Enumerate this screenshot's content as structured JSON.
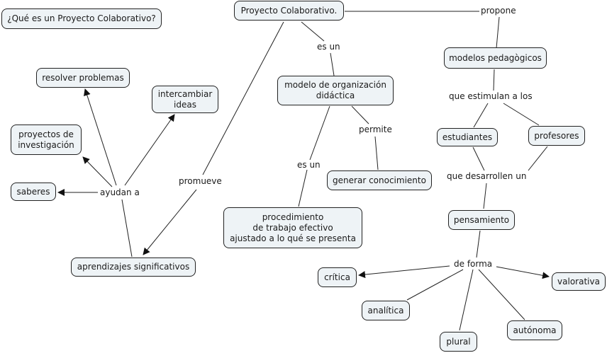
{
  "title_box": "¿Qué es un Proyecto Colaborativo?",
  "concepts": {
    "root": "Proyecto Colaborativo.",
    "modelos_pedagogicos": "modelos pedagògicos",
    "modelo_organizacion": "modelo de organización\ndidáctica",
    "resolver_problemas": "resolver problemas",
    "intercambiar_ideas": "intercambiar\nideas",
    "proyectos_investigacion": "proyectos de\ninvestigación",
    "saberes": "saberes",
    "aprendizajes": "aprendizajes significativos",
    "generar_conocimiento": "generar conocimiento",
    "procedimiento": "procedimiento\nde trabajo efectivo\najustado a lo qué se presenta",
    "estudiantes": "estudiantes",
    "profesores": "profesores",
    "pensamiento": "pensamiento",
    "critica": "crítica",
    "valorativa": "valorativa",
    "analitica": "analítica",
    "plural": "plural",
    "autonoma": "autónoma"
  },
  "linking_phrases": {
    "propone": "propone",
    "es_un_1": "es un",
    "es_un_2": "es un",
    "permite": "permite",
    "promueve": "promueve",
    "ayudan_a": "ayudan a",
    "que_estimulan": "que estimulan a los",
    "que_desarrollen": "que desarrollen un",
    "de_forma": "de forma"
  },
  "colors": {
    "concept_fill": "#eef3f6",
    "line": "#1a1a1a"
  }
}
